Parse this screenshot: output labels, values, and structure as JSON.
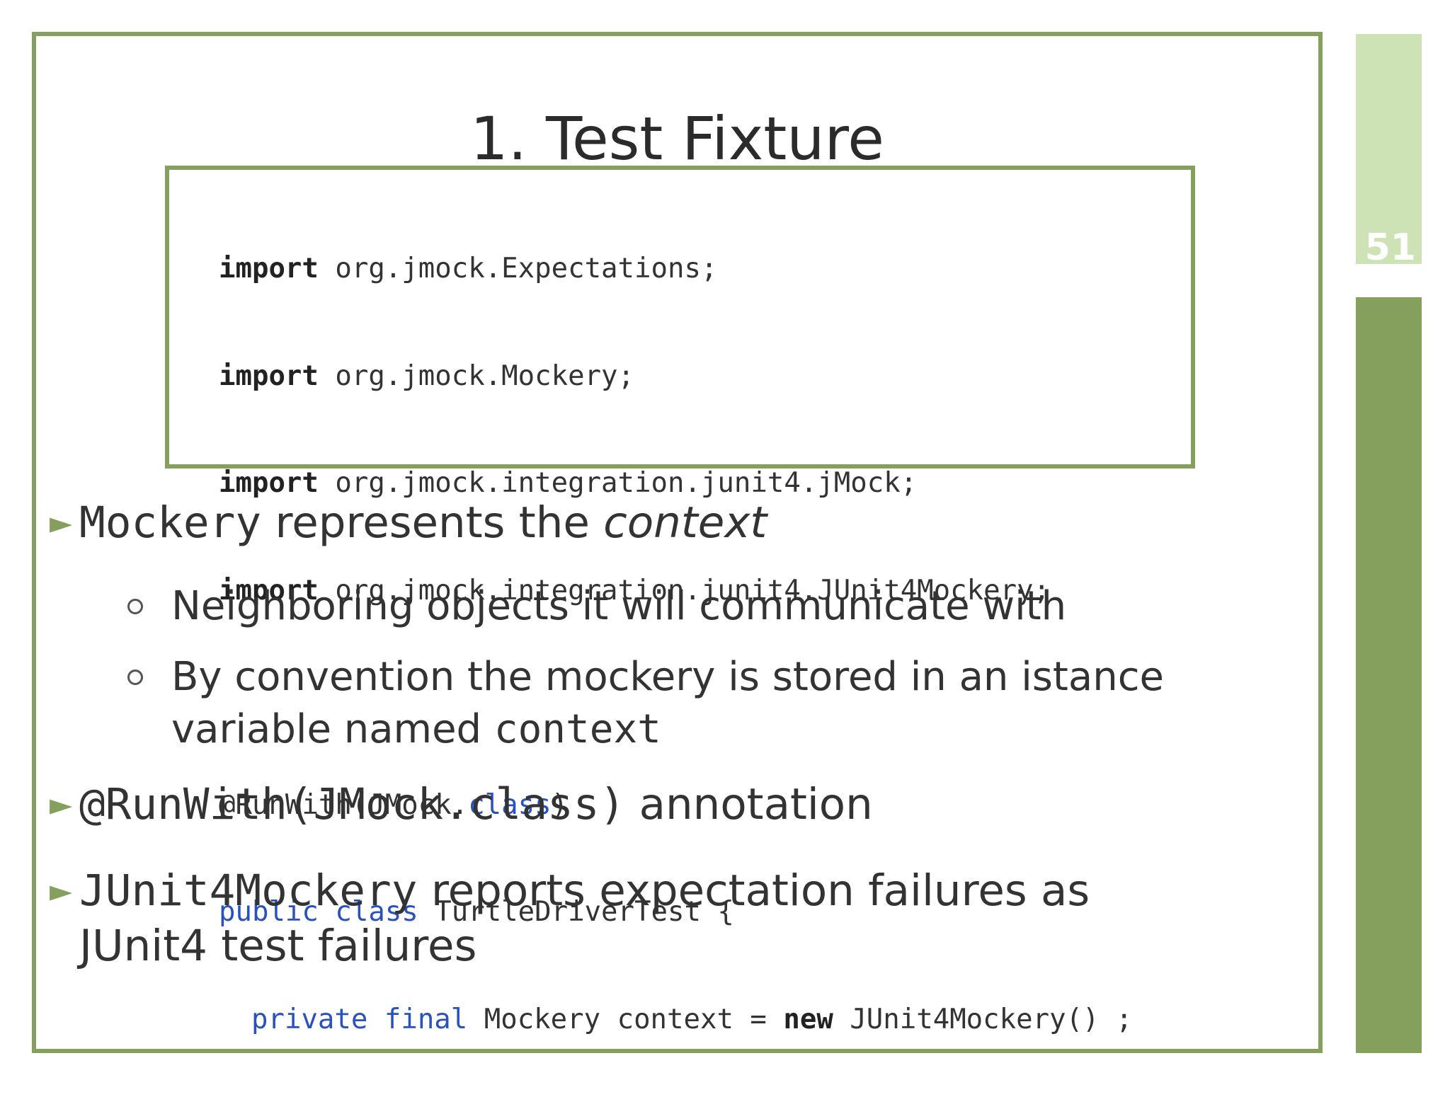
{
  "slide": {
    "title": "1. Test Fixture",
    "page_number": "51"
  },
  "code": {
    "lines": [
      {
        "kw": "import",
        "rest": " org.jmock.Expectations;"
      },
      {
        "kw": "import",
        "rest": " org.jmock.Mockery;"
      },
      {
        "kw": "import",
        "rest": " org.jmock.integration.junit4.jMock;"
      },
      {
        "kw": "import",
        "rest": " org.jmock.integration.junit4.JUnit4Mockery;"
      }
    ],
    "annotation_prefix": "@RunWith(JMock.",
    "annotation_class_kw": "class",
    "annotation_suffix": ")",
    "class_decl_public": "public",
    "class_decl_class": "class",
    "class_decl_rest": " TurtleDriverTest {",
    "field_private": "private",
    "field_final": "final",
    "field_middle": " Mockery context = ",
    "field_new": "new",
    "field_rest": " JUnit4Mockery() ;"
  },
  "bullets": {
    "b1_code": "Mockery",
    "b1_text": " represents the ",
    "b1_em": "context",
    "b1_sub1": "Neighboring objects it will communicate with",
    "b1_sub2_line1": "By convention the mockery is stored in an istance",
    "b1_sub2_line2_a": "variable named ",
    "b1_sub2_line2_code": "context",
    "b2_code": "@RunWith(JMock.class)",
    "b2_text": " annotation",
    "b3_code": "JUnit4Mockery",
    "b3_text_line1": " reports expectation failures as",
    "b3_text_line2": "JUnit4 test failures"
  },
  "colors": {
    "accent_green": "#85a05d",
    "light_green": "#cde3b6",
    "code_keyword_blue": "#2a52be"
  }
}
